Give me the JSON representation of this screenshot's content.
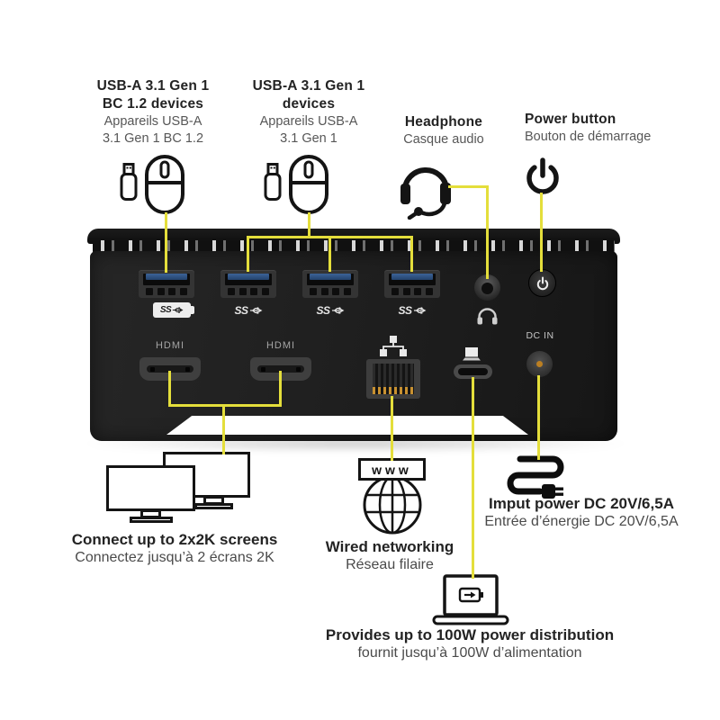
{
  "accent_color": "#e4de3b",
  "top_labels": {
    "usb_bc": {
      "title_line1": "USB-A 3.1 Gen 1",
      "title_line2": "BC 1.2 devices",
      "sub_line1": "Appareils USB-A",
      "sub_line2": "3.1 Gen 1 BC 1.2"
    },
    "usb": {
      "title_line1": "USB-A 3.1 Gen 1",
      "title_line2": "devices",
      "sub_line1": "Appareils USB-A",
      "sub_line2": "3.1 Gen 1"
    },
    "headphone": {
      "title": "Headphone",
      "sub": "Casque audio"
    },
    "power_button": {
      "title": "Power button",
      "sub": "Bouton de démarrage"
    }
  },
  "dock": {
    "hdmi_label": "HDMI",
    "dc_in_label": "DC IN",
    "ss_logo": "SS"
  },
  "bottom_callouts": {
    "screens": {
      "title": "Connect up to 2x2K screens",
      "sub": "Connectez jusqu’à 2 écrans 2K"
    },
    "network": {
      "title": "Wired networking",
      "sub": "Réseau filaire",
      "globe_text": "www"
    },
    "power_input": {
      "title": "Imput power DC 20V/6,5A",
      "sub": "Entrée d’énergie DC 20V/6,5A"
    },
    "power_delivery": {
      "title": "Provides up to 100W power distribution",
      "sub": "fournit jusqu’à 100W d’alimentation"
    }
  }
}
